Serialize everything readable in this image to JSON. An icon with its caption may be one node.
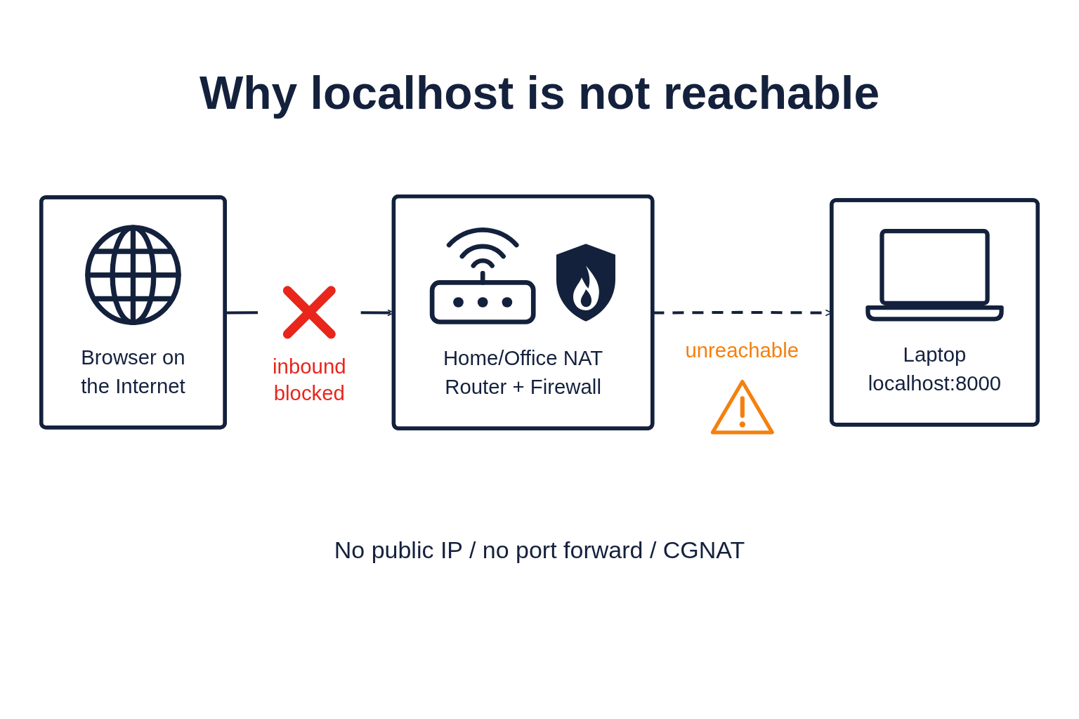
{
  "diagram": {
    "title": "Why localhost is not reachable",
    "nodes": [
      {
        "text": [
          "Browser on the Internet"
        ]
      },
      {
        "text": [
          "Home/Office NAT Router + Firewall"
        ]
      },
      {
        "text": [
          "Laptop",
          "localhost:8000"
        ]
      }
    ],
    "edges": [
      {
        "from": 0,
        "to": 1,
        "arrow": "to",
        "label": "inbound blocked"
      },
      {
        "from": 1,
        "to": 2,
        "arrow": "to",
        "label": "unreachable",
        "style": "dashed"
      }
    ],
    "caption": "No public IP / no port forward / CGNAT"
  }
}
